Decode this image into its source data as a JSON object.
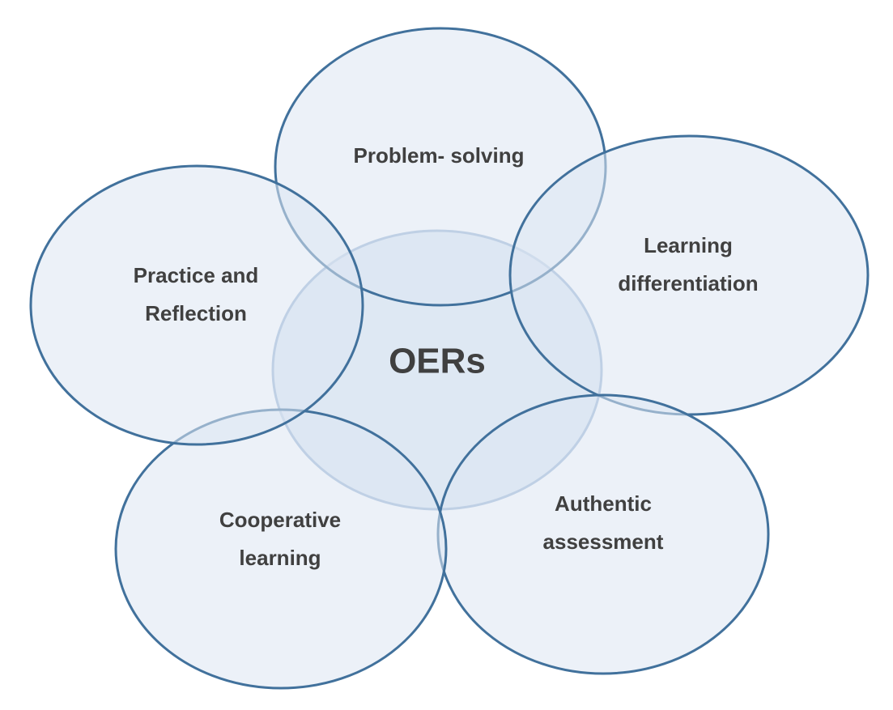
{
  "diagram": {
    "center": {
      "label": "OERs"
    },
    "nodes": [
      {
        "lines": [
          "Problem- solving"
        ]
      },
      {
        "lines": [
          "Learning",
          "differentiation"
        ]
      },
      {
        "lines": [
          "Authentic",
          "assessment"
        ]
      },
      {
        "lines": [
          "Cooperative",
          "learning"
        ]
      },
      {
        "lines": [
          "Practice and",
          "Reflection"
        ]
      }
    ]
  },
  "colors": {
    "fill": "#dce6f2",
    "stroke": "#41719c",
    "center_fill": "#d6e2f0",
    "center_stroke": "#9cb6d4",
    "text": "#404040"
  }
}
